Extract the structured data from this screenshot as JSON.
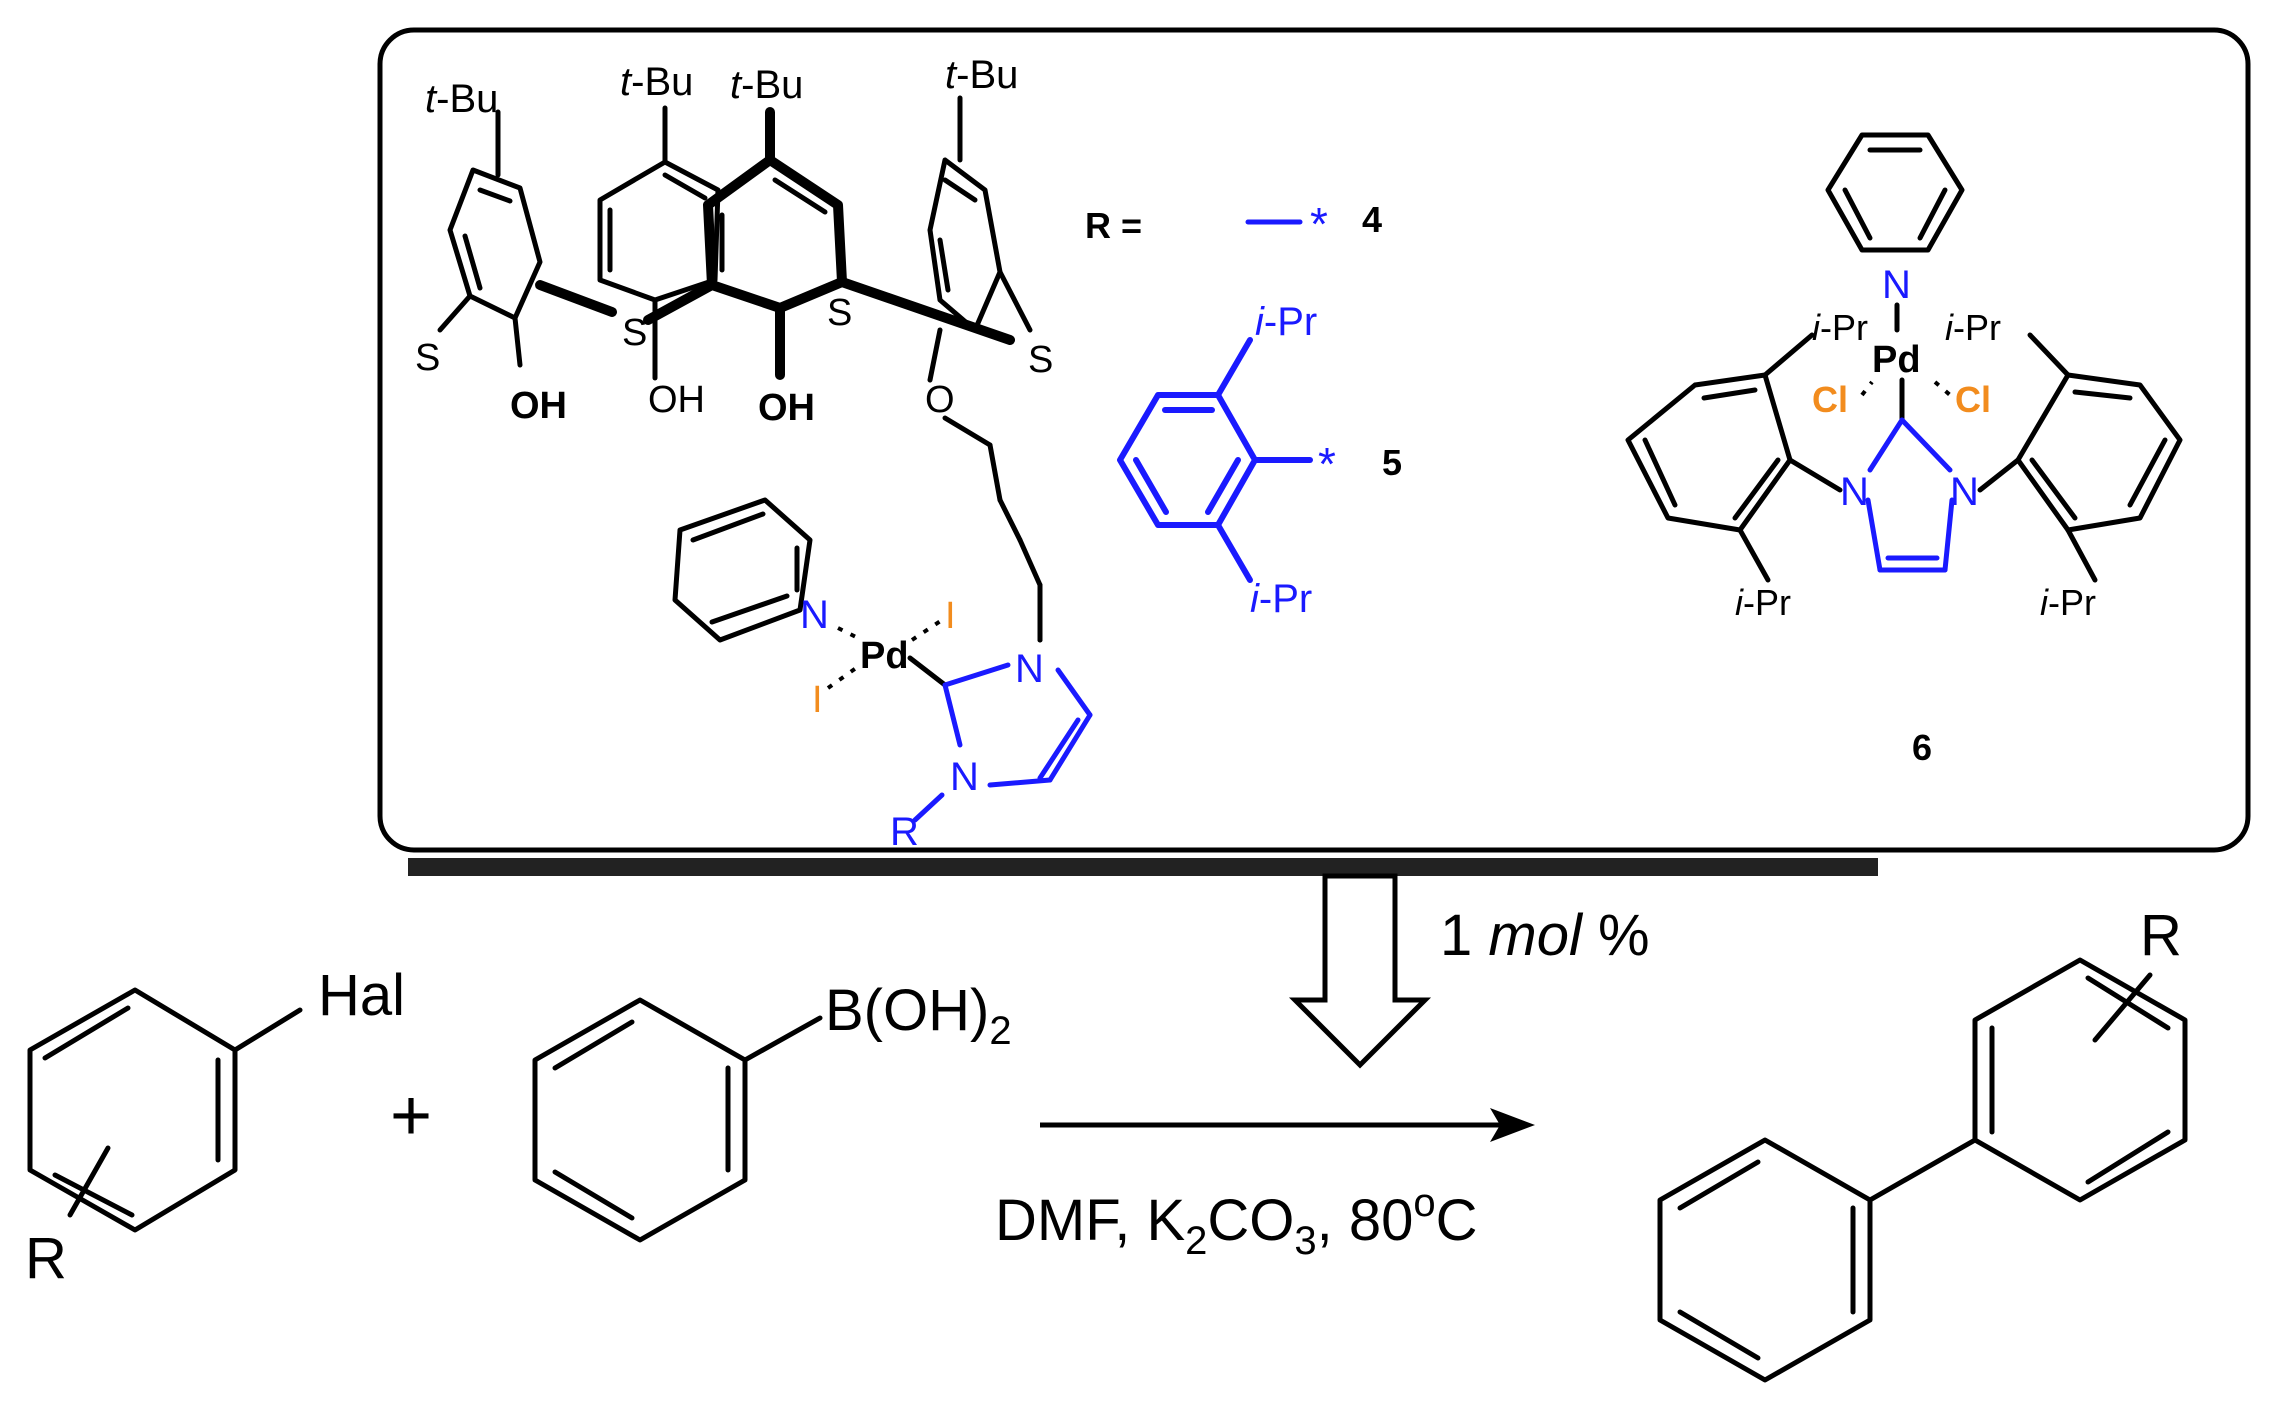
{
  "colors": {
    "black": "#000000",
    "blue": "#1a1aff",
    "orange": "#f28c1e",
    "frame_shadow": "#222222"
  },
  "calixarene": {
    "tbu": "t-Bu",
    "t_prefix": "t",
    "bu_suffix": "-Bu",
    "s": "S",
    "oh": "OH",
    "o": "O",
    "n": "N",
    "pd": "Pd",
    "i": "I",
    "r": "R"
  },
  "r_definitions": {
    "r_eq": "R =",
    "star": "*",
    "label_4": "4",
    "label_5": "5",
    "ipr": "i-Pr",
    "i_prefix": "i",
    "pr_suffix": "-Pr"
  },
  "complex6": {
    "n": "N",
    "pd": "Pd",
    "cl": "Cl",
    "label": "6"
  },
  "reaction": {
    "hal": "Hal",
    "plus": "+",
    "r_sub": "R",
    "boronic": "B(OH)",
    "boronic_sub": "2",
    "catalyst_loading_num": "1",
    "catalyst_loading_unit": "mol",
    "catalyst_loading_pct": "%",
    "cond_dmf": "DMF,",
    "cond_k": "K",
    "cond_k_sub": "2",
    "cond_co": "CO",
    "cond_co_sub": "3",
    "cond_temp": ", 80",
    "cond_deg": "o",
    "cond_c": "C",
    "product_r": "R"
  }
}
